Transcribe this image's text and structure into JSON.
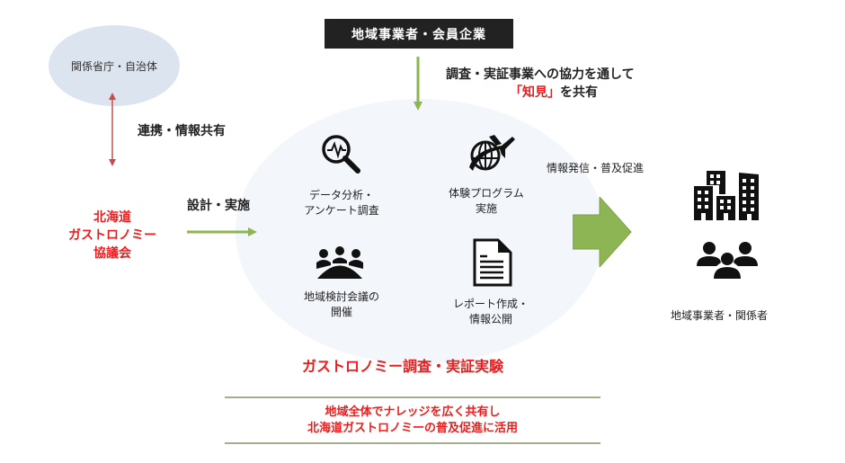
{
  "title": "北海道ガストロノミー調査・実証実験 概要図",
  "colors": {
    "accent_red": "#ee1c1c",
    "arrow_green": "#8db553",
    "link_red": "#c0504d",
    "circle_fill": "#f3f6fb",
    "gov_fill": "#dce4f0"
  },
  "government": {
    "label": "関係省庁・自治体",
    "link_label": "連携・情報共有"
  },
  "members": {
    "label": "地域事業者・会員企業",
    "contribution_line1": "調査・実証事業への協力を通して",
    "contribution_highlight": "「知見」",
    "contribution_line2_rest": "を共有"
  },
  "council": {
    "lines": [
      "北海道",
      "ガストロノミー",
      "協議会"
    ],
    "action_label": "設計・実施"
  },
  "experiment": {
    "title": "ガストロノミー調査・実証実験",
    "items": [
      {
        "icon": "magnifier-chart-icon",
        "lines": [
          "データ分析・",
          "アンケート調査"
        ]
      },
      {
        "icon": "globe-plane-icon",
        "lines": [
          "体験プログラム",
          "実施"
        ]
      },
      {
        "icon": "meeting-icon",
        "lines": [
          "地域検討会議の",
          "開催"
        ]
      },
      {
        "icon": "document-icon",
        "lines": [
          "レポート作成・",
          "情報公開"
        ]
      }
    ]
  },
  "output": {
    "arrow_label": "情報発信・普及促進",
    "target_label": "地域事業者・関係者",
    "icons": [
      "buildings-icon",
      "people-group-icon"
    ]
  },
  "summary": {
    "line1": "地域全体でナレッジを広く共有し",
    "line2": "北海道ガストロノミーの普及促進に活用"
  }
}
